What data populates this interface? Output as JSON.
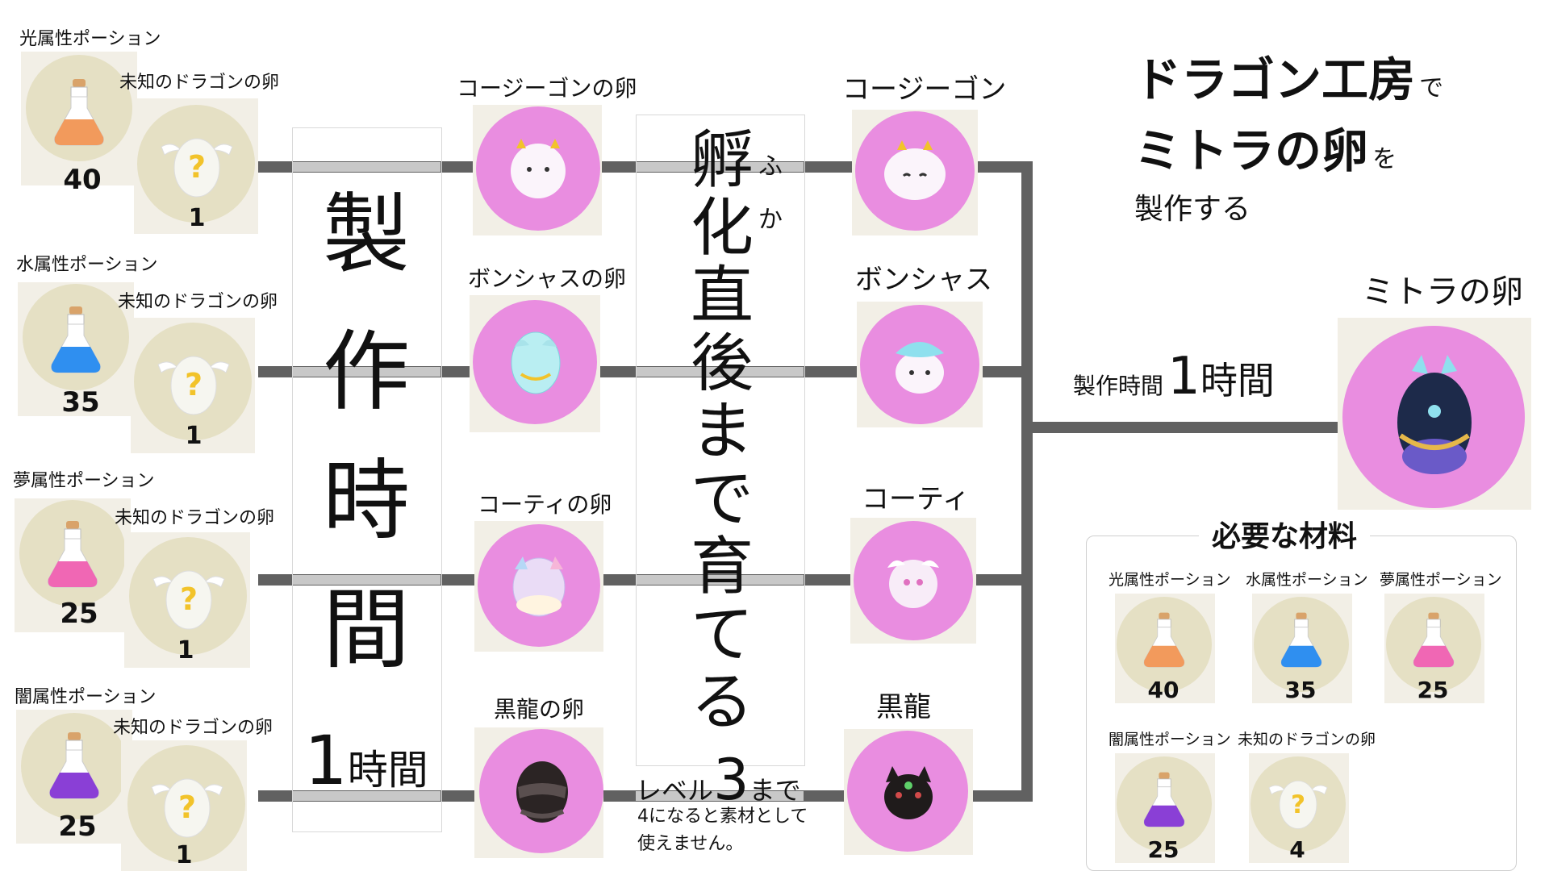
{
  "title": {
    "line1_big": "ドラゴン工房",
    "line1_small": "で",
    "line2_big": "ミトラの卵",
    "line2_small": "を",
    "line3": "製作する"
  },
  "rows": [
    {
      "potion_label": "光属性ポーション",
      "potion_count": "40",
      "potion_color": "#f29a5c",
      "egg_label": "未知のドラゴンの卵",
      "egg_count": "1",
      "dragon_egg_label": "コージーゴンの卵",
      "dragon_label": "コージーゴン"
    },
    {
      "potion_label": "水属性ポーション",
      "potion_count": "35",
      "potion_color": "#2f8ff0",
      "egg_label": "未知のドラゴンの卵",
      "egg_count": "1",
      "dragon_egg_label": "ボンシャスの卵",
      "dragon_label": "ボンシャス"
    },
    {
      "potion_label": "夢属性ポーション",
      "potion_count": "25",
      "potion_color": "#f067b4",
      "egg_label": "未知のドラゴンの卵",
      "egg_count": "1",
      "dragon_egg_label": "コーティの卵",
      "dragon_label": "コーティ"
    },
    {
      "potion_label": "闇属性ポーション",
      "potion_count": "25",
      "potion_color": "#8a3fd6",
      "egg_label": "未知のドラゴンの卵",
      "egg_count": "1",
      "dragon_egg_label": "黒龍の卵",
      "dragon_label": "黒龍"
    }
  ],
  "craft_column": {
    "chars": [
      "製",
      "作",
      "時",
      "間"
    ],
    "duration_num": "1",
    "duration_unit": "時間"
  },
  "hatch_column": {
    "chars": [
      "孵",
      "化",
      "直",
      "後",
      "ま",
      "で",
      "育",
      "て",
      "る"
    ],
    "ruby": [
      "ふ",
      "か"
    ],
    "level_prefix": "レベル",
    "level_num": "3",
    "level_suffix": "まで",
    "note_line1": "4になると素材として",
    "note_line2": "使えません。"
  },
  "result": {
    "label": "ミトラの卵",
    "craft_time_label": "製作時間",
    "craft_time_num": "1",
    "craft_time_unit": "時間"
  },
  "materials": {
    "title": "必要な材料",
    "items": [
      {
        "label": "光属性ポーション",
        "count": "40",
        "color": "#f29a5c"
      },
      {
        "label": "水属性ポーション",
        "count": "35",
        "color": "#2f8ff0"
      },
      {
        "label": "夢属性ポーション",
        "count": "25",
        "color": "#f067b4"
      },
      {
        "label": "闇属性ポーション",
        "count": "25",
        "color": "#8a3fd6"
      },
      {
        "label": "未知のドラゴンの卵",
        "count": "4",
        "color": ""
      }
    ]
  },
  "colors": {
    "connector": "#616161",
    "band": "#c8c8c8",
    "beige_circle": "#e5e0c4",
    "pink_circle": "#e98de0"
  }
}
